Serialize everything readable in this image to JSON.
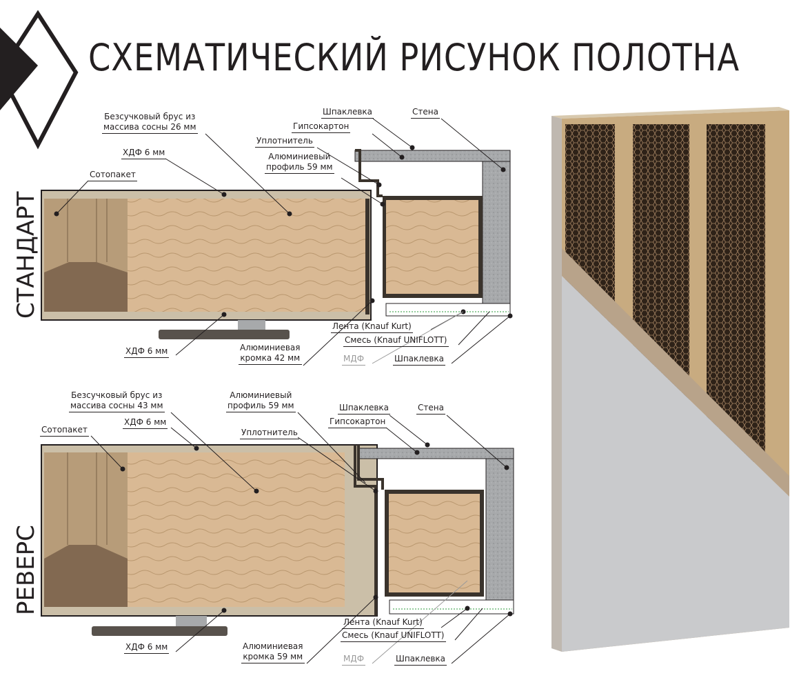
{
  "title": "СХЕМАТИЧЕСКИЙ РИСУНОК ПОЛОТНА",
  "sections": {
    "standard": {
      "name": "СТАНДАРТ",
      "labels": {
        "beam": [
          "Безсучковый брус из",
          "массива сосны 26 мм"
        ],
        "hdf_top": "ХДФ 6 мм",
        "honeycomb": "Сотопакет",
        "putty_top": "Шпаклевка",
        "wall": "Стена",
        "drywall": "Гипсокартон",
        "seal": "Уплотнитель",
        "profile": [
          "Алюминиевый",
          "профиль 59 мм"
        ],
        "tape": "Лента (Knauf Kurt)",
        "mix": "Смесь (Knauf UNIFLOTT)",
        "hdf_bottom": "ХДФ 6 мм",
        "edge": [
          "Алюминиевая",
          "кромка 42 мм"
        ],
        "mdf": "МДФ",
        "putty_bottom": "Шпаклевка"
      }
    },
    "reverse": {
      "name": "РЕВЕРС",
      "labels": {
        "beam": [
          "Безсучковый брус из",
          "массива сосны 43 мм"
        ],
        "hdf_top": "ХДФ 6 мм",
        "honeycomb": "Сотопакет",
        "profile": [
          "Алюминиевый",
          "профиль 59 мм"
        ],
        "putty_top": "Шпаклевка",
        "wall": "Стена",
        "drywall": "Гипсокартон",
        "seal": "Уплотнитель",
        "tape": "Лента (Knauf Kurt)",
        "mix": "Смесь (Knauf UNIFLOTT)",
        "hdf_bottom": "ХДФ 6 мм",
        "edge": [
          "Алюминиевая",
          "кромка 59 мм"
        ],
        "mdf": "МДФ",
        "putty_bottom": "Шпаклевка"
      }
    }
  },
  "colors": {
    "text": "#231f20",
    "wood": "#d9b994",
    "honeycomb": "#b79c79",
    "hdf": "#cbbfa8",
    "concrete": "#a7a9ab",
    "aluminium": "#3a332c",
    "door_gray": "#c9cacc",
    "honeycomb_dark": "#2e2218"
  }
}
